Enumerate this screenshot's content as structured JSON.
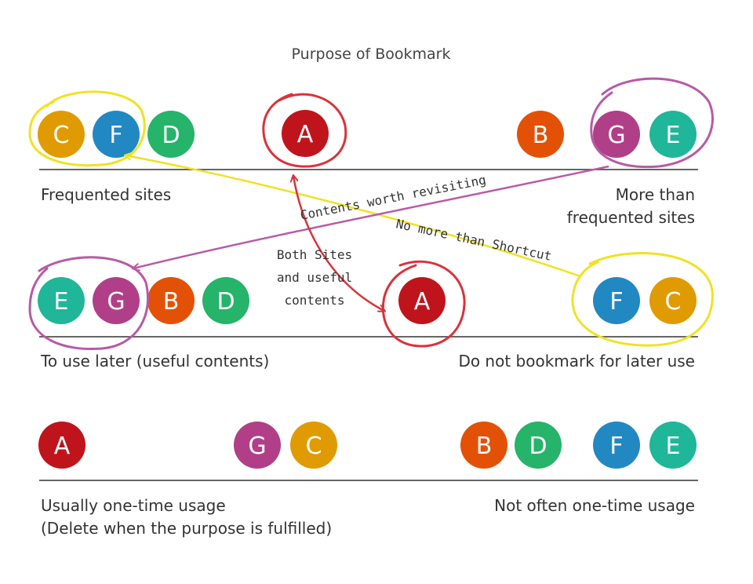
{
  "title": "Purpose of Bookmark",
  "legend": [
    {
      "letter": "A",
      "color": "#c0141c"
    },
    {
      "letter": "B",
      "color": "#e35106"
    },
    {
      "letter": "C",
      "color": "#e09b03"
    },
    {
      "letter": "D",
      "color": "#26b36a"
    },
    {
      "letter": "E",
      "color": "#1fb699"
    },
    {
      "letter": "F",
      "color": "#2288c2"
    },
    {
      "letter": "G",
      "color": "#b03f88"
    }
  ],
  "rows": [
    {
      "left_label": [
        "Frequented sites"
      ],
      "right_label": [
        "More than",
        "frequented sites"
      ],
      "badges": [
        "C",
        "F",
        "D",
        "A",
        "B",
        "G",
        "E"
      ]
    },
    {
      "left_label": [
        "To use later (useful contents)"
      ],
      "right_label": [
        "Do not bookmark for later use"
      ],
      "badges": [
        "E",
        "G",
        "B",
        "D",
        "A",
        "F",
        "C"
      ]
    },
    {
      "left_label": [
        "Usually one-time usage",
        "(Delete when the purpose is fulfilled)"
      ],
      "right_label": [
        "Not often one-time usage"
      ],
      "badges": [
        "A",
        "G",
        "C",
        "B",
        "D",
        "F",
        "E"
      ]
    }
  ],
  "annotations": {
    "contents_worth_revisiting": "Contents worth revisiting",
    "no_more_than_shortcut": "No more than Shortcut",
    "both_sites": [
      "Both Sites",
      "and useful",
      "contents"
    ]
  },
  "highlight_colors": {
    "yellow": "#f0e224",
    "purple": "#b85aa6",
    "red": "#d9333a"
  }
}
